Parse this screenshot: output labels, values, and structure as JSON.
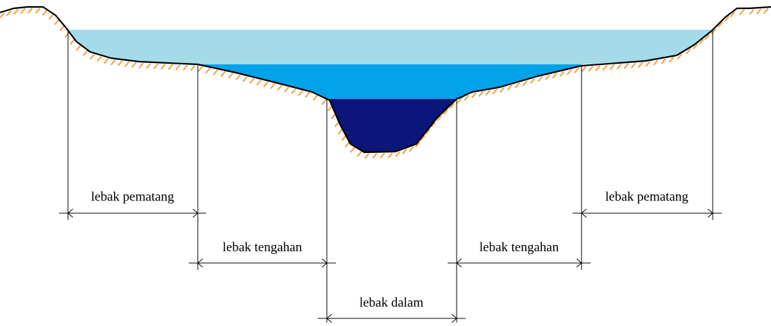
{
  "zones": {
    "lebak_pematang_left": "lebak pematang",
    "lebak_tengahan_left": "lebak tengahan",
    "lebak_dalam": "lebak dalam",
    "lebak_tengahan_right": "lebak tengahan",
    "lebak_pematang_right": "lebak pematang"
  },
  "colors": {
    "water_shallow": "#a3dbe9",
    "water_middle": "#00a2e8",
    "water_deep": "#0c1579",
    "ground_hatch": "#f4a44c",
    "ground_line": "#000000"
  }
}
